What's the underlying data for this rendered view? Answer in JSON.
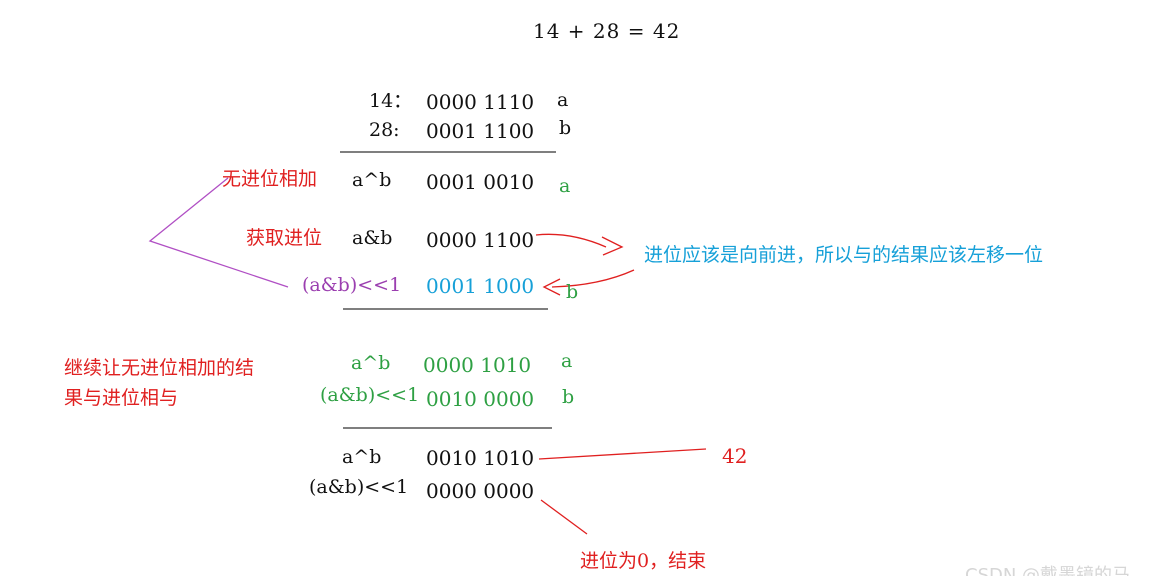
{
  "equation": "14 + 28 = 42",
  "colors": {
    "black": "#111111",
    "red": "#e02020",
    "green": "#2ea043",
    "blue": "#16a0d8",
    "purple": "#9b3fb0",
    "watermark": "#d6d6d6"
  },
  "step1": {
    "a_label": "14：",
    "a_bits": "0000 1110",
    "a_var": "a",
    "b_label": "28:",
    "b_bits": "0001 1100",
    "b_var": "b"
  },
  "step2": {
    "xor_note": "无进位相加",
    "xor_op": "a^b",
    "xor_bits": "0001 0010",
    "xor_var": "a",
    "and_note": "获取进位",
    "and_op": "a&b",
    "and_bits": "0000 1100",
    "carry_note": "进位应该是向前进，所以与的结果应该左移一位",
    "shift_op": "(a&b)<<1",
    "shift_bits": "0001 1000",
    "shift_var": "b"
  },
  "step3": {
    "note_line1": "继续让无进位相加的结",
    "note_line2": "果与进位相与",
    "xor_op": "a^b",
    "xor_bits": "0000 1010",
    "xor_var": "a",
    "shift_op": "(a&b)<<1",
    "shift_bits": "0010 0000",
    "shift_var": "b"
  },
  "step4": {
    "xor_op": "a^b",
    "xor_bits": "0010 1010",
    "shift_op": "(a&b)<<1",
    "shift_bits": "0000 0000",
    "result": "42",
    "end_note": "进位为0，结束"
  },
  "watermark": "CSDN @戴墨镜的马"
}
